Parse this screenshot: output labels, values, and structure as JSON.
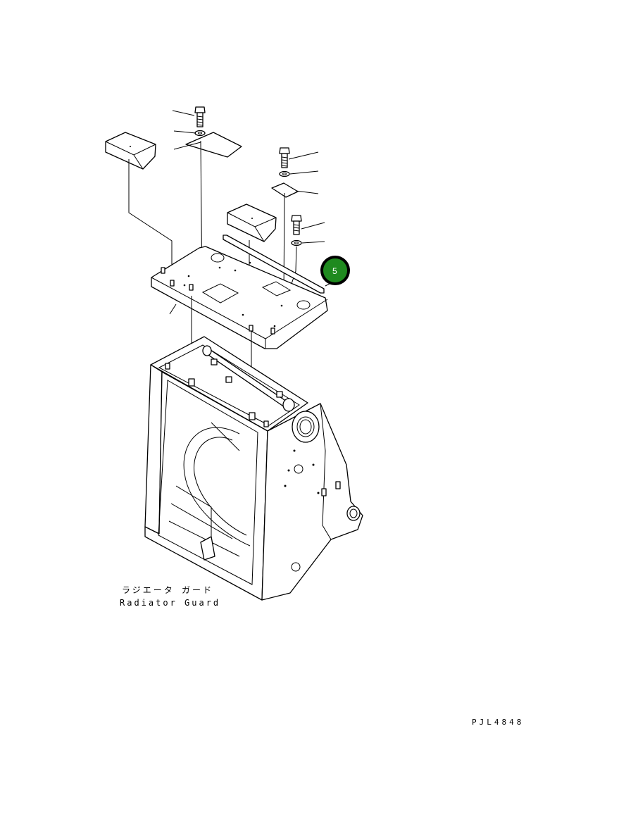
{
  "diagram": {
    "caption_jp": "ラジエータ ガード",
    "caption_en": "Radiator Guard",
    "drawing_id": "PJL4848",
    "callout": {
      "number": "5",
      "fill_color": "#1f8a1f",
      "ring_color": "#000000"
    }
  }
}
